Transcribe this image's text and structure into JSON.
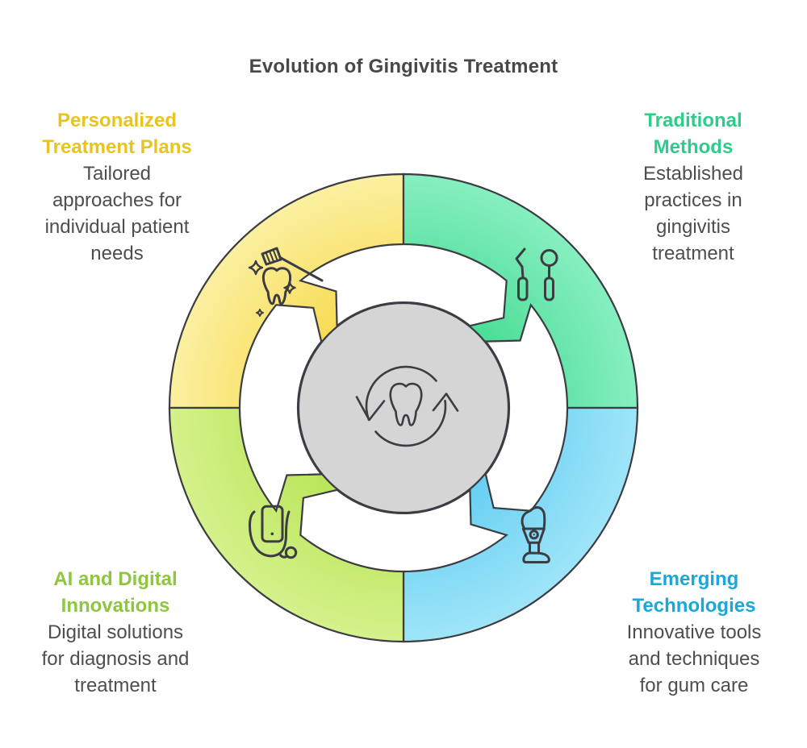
{
  "title": "Evolution of Gingivitis Treatment",
  "palette": {
    "outline": "#3c3c43",
    "background": "#ffffff",
    "center_circle_fill": "#d5d5d6",
    "arrow_band_fill": "#ffffff",
    "title_text": "#484848",
    "body_text": "#4e4e4e"
  },
  "center": {
    "icon": "tooth-refresh-cycle-icon"
  },
  "segments": [
    {
      "id": "personalized-treatment-plans",
      "position": "top-left",
      "heading_lines": [
        "Personalized",
        "Treatment Plans"
      ],
      "heading_color": "#e7c41f",
      "body_lines": [
        "Tailored",
        "approaches for",
        "individual patient",
        "needs"
      ],
      "colors": {
        "inner": "#f8dc55",
        "outer": "#fbf0a2"
      },
      "icon": "tooth-brushing-sparkle-icon"
    },
    {
      "id": "traditional-methods",
      "position": "top-right",
      "heading_lines": [
        "Traditional",
        "Methods"
      ],
      "heading_color": "#2fcb8a",
      "body_lines": [
        "Established",
        "practices in",
        "gingivitis",
        "treatment"
      ],
      "colors": {
        "inner": "#4bdd97",
        "outer": "#87efc0"
      },
      "icon": "dental-tools-icon"
    },
    {
      "id": "ai-and-digital-innovations",
      "position": "bottom-left",
      "heading_lines": [
        "AI and Digital",
        "Innovations"
      ],
      "heading_color": "#8ec63f",
      "body_lines": [
        "Digital solutions",
        "for diagnosis and",
        "treatment"
      ],
      "colors": {
        "inner": "#bae65a",
        "outer": "#d5f18b"
      },
      "icon": "phone-stethoscope-icon"
    },
    {
      "id": "emerging-technologies",
      "position": "bottom-right",
      "heading_lines": [
        "Emerging",
        "Technologies"
      ],
      "heading_color": "#1ba7da",
      "body_lines": [
        "Innovative tools",
        "and techniques",
        "for gum care"
      ],
      "colors": {
        "inner": "#68d0f2",
        "outer": "#9fe5f8"
      },
      "icon": "prosthetic-leg-icon"
    }
  ]
}
